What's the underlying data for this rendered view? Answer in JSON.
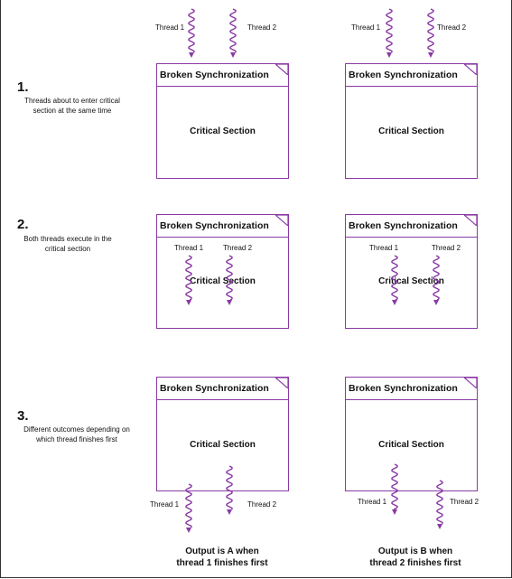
{
  "box_title": "Broken Synchronization",
  "critical_label": "Critical Section",
  "thread1": "Thread 1",
  "thread2": "Thread 2",
  "steps": [
    {
      "num": "1.",
      "desc": "Threads about to enter critical section at the same time"
    },
    {
      "num": "2.",
      "desc": "Both threads execute in the critical section"
    },
    {
      "num": "3.",
      "desc": "Different outcomes depending on which thread finishes first"
    }
  ],
  "outcomes": [
    {
      "line1": "Output is A when",
      "line2": "thread 1 finishes first"
    },
    {
      "line1": "Output is B when",
      "line2": "thread 2 finishes first"
    }
  ],
  "colors": {
    "accent": "#8a3aa5",
    "text": "#111111"
  }
}
